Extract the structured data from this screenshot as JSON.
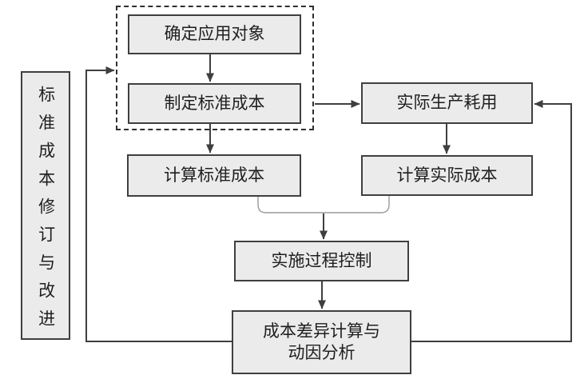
{
  "diagram": {
    "type": "flowchart",
    "background": "#ffffff",
    "colors": {
      "node_fill": "#ebebeb",
      "node_border": "#3f3f3f",
      "connector": "#3f3f3f",
      "merge_connector": "#9a9a9a",
      "text": "#1f1f1f"
    },
    "side_label": "标准成本修订与改进",
    "nodes": {
      "determine_object": "确定应用对象",
      "set_standard_cost": "制定标准成本",
      "calc_standard_cost": "计算标准成本",
      "actual_consumption": "实际生产耗用",
      "calc_actual_cost": "计算实际成本",
      "process_control": "实施过程控制",
      "variance_analysis": "成本差异计算与\n动因分析"
    },
    "groups": {
      "standard_cost_setup": [
        "determine_object",
        "set_standard_cost"
      ]
    },
    "edges": [
      {
        "from": "determine_object",
        "to": "set_standard_cost",
        "style": "arrow"
      },
      {
        "from": "set_standard_cost",
        "to": "calc_standard_cost",
        "style": "arrow"
      },
      {
        "from": "set_standard_cost",
        "to": "actual_consumption",
        "style": "arrow"
      },
      {
        "from": "actual_consumption",
        "to": "calc_actual_cost",
        "style": "arrow"
      },
      {
        "from": "calc_standard_cost",
        "to": "process_control",
        "style": "merge-arrow"
      },
      {
        "from": "calc_actual_cost",
        "to": "process_control",
        "style": "merge-arrow"
      },
      {
        "from": "process_control",
        "to": "variance_analysis",
        "style": "arrow"
      },
      {
        "from": "variance_analysis",
        "to": "standard_cost_setup",
        "style": "feedback-arrow",
        "label": "标准成本修订与改进"
      },
      {
        "from": "variance_analysis",
        "to": "actual_consumption",
        "style": "feedback-arrow"
      }
    ]
  }
}
